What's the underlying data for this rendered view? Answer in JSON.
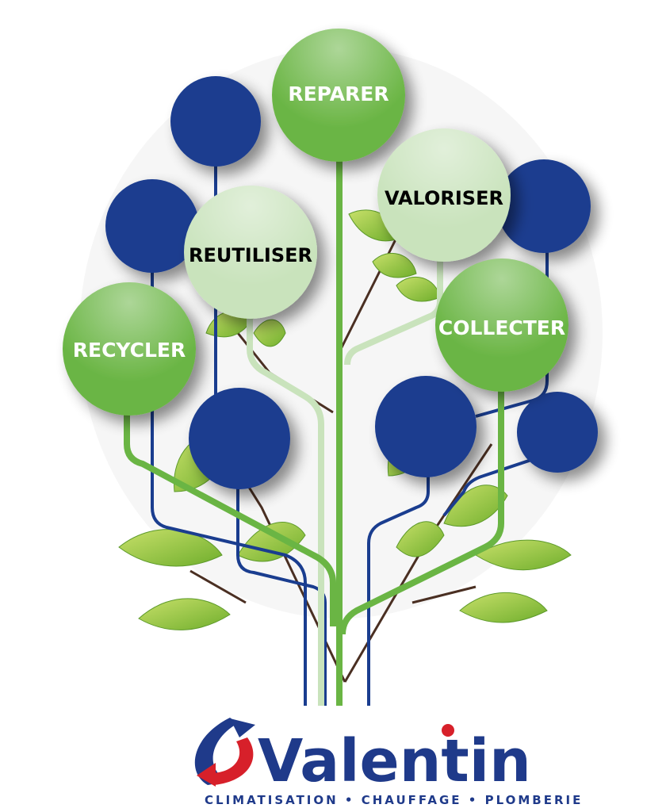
{
  "nodes": {
    "reparer": "REPARER",
    "valoriser": "VALORISER",
    "reutiliser": "REUTILISER",
    "recycler": "RECYCLER",
    "collecter": "COLLECTER"
  },
  "logo": {
    "name": "Valentin",
    "tagline": "CLIMATISATION • CHAUFFAGE • PLOMBERIE"
  },
  "colors": {
    "green": "#6ab544",
    "light_green": "#c9e3bc",
    "navy": "#1a3d8f",
    "leaf": "#9ccc3c",
    "logo_red": "#d7202a"
  }
}
